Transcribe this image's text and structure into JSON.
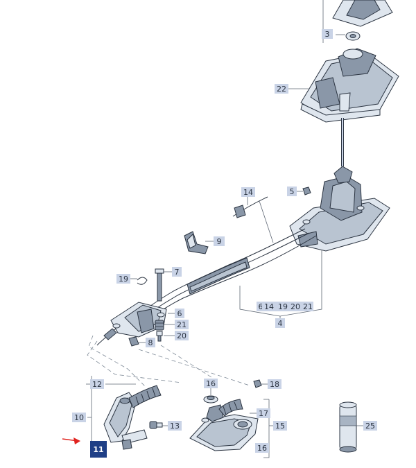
{
  "labels": {
    "l3": "3",
    "l22": "22",
    "l14a": "14",
    "l5": "5",
    "l9": "9",
    "l19a": "19",
    "l7": "7",
    "l6": "6",
    "l21": "21",
    "l20": "20",
    "l8": "8",
    "g6": "6",
    "g14": "14",
    "g19": "19",
    "g20": "20",
    "g21": "21",
    "l4": "4",
    "l12": "12",
    "l10": "10",
    "l13": "13",
    "l11": "11",
    "l16a": "16",
    "l18": "18",
    "l17": "17",
    "l15": "15",
    "l16b": "16",
    "l25": "25"
  },
  "colors": {
    "label_box": "#c9d3e6",
    "highlight_box": "#1f3f86",
    "arrow": "#e0221e"
  }
}
